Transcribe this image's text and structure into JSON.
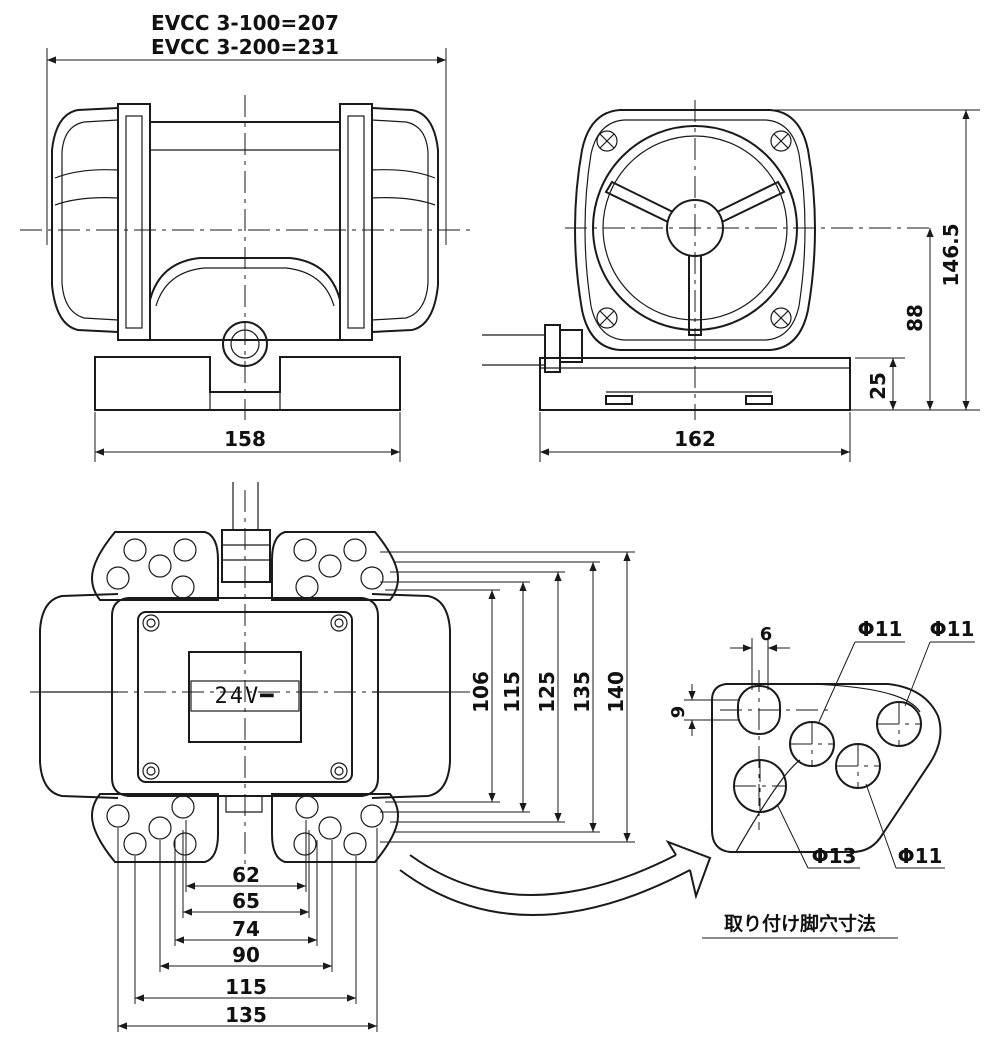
{
  "header": {
    "model_line_1": "EVCC 3-100=207",
    "model_line_2": "EVCC 3-200=231"
  },
  "front_view": {
    "width_label": "158"
  },
  "side_view": {
    "width_label": "162",
    "height_total": "146.5",
    "height_center": "88",
    "height_base": "25"
  },
  "top_view": {
    "nameplate": "24V━",
    "vertical_dims": [
      "106",
      "115",
      "125",
      "135",
      "140"
    ],
    "horizontal_dims": [
      "62",
      "65",
      "74",
      "90",
      "115",
      "135"
    ]
  },
  "foot_detail": {
    "dim_width": "6",
    "dim_height": "9",
    "hole_a": "Φ11",
    "hole_b": "Φ11",
    "hole_c": "Φ13",
    "hole_d": "Φ11",
    "caption": "取り付け脚穴寸法"
  }
}
